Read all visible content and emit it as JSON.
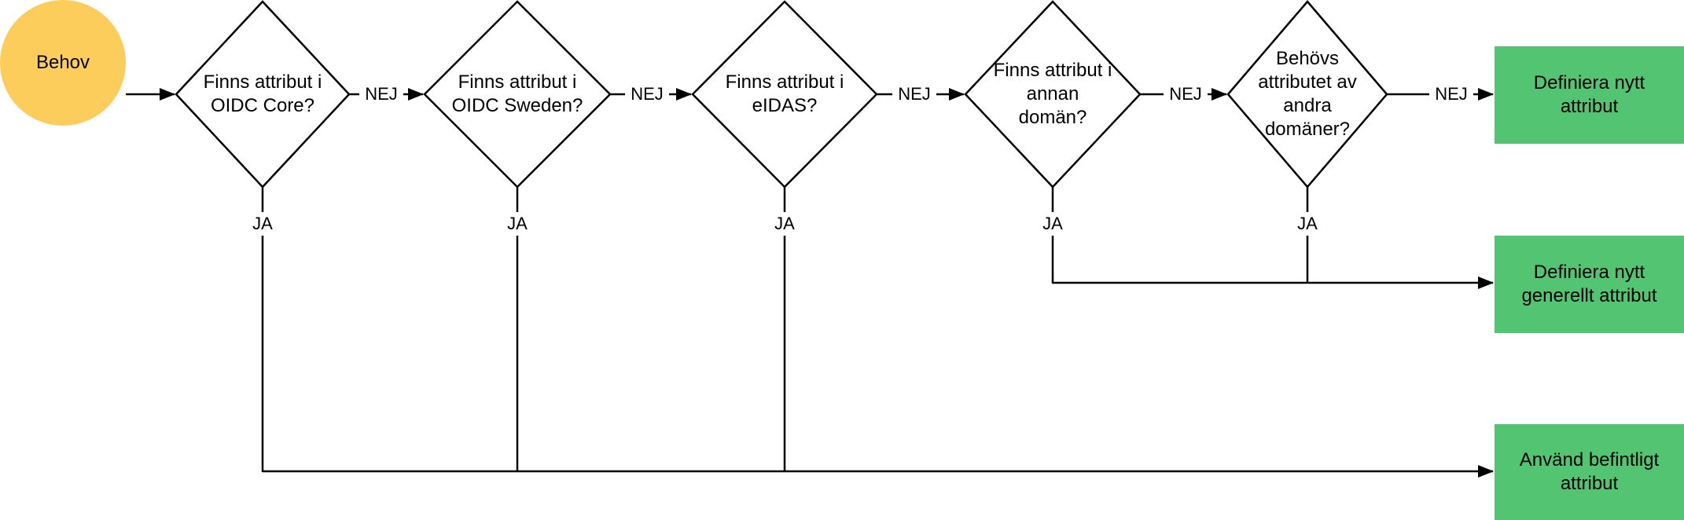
{
  "diagram": {
    "background": "#FFFFFF",
    "start": {
      "shape": "circle",
      "label": "Behov",
      "fill": "#FDCD5B"
    },
    "decisions": [
      {
        "label": "Finns attribut i\nOIDC Core?"
      },
      {
        "label": "Finns attribut i\nOIDC Sweden?"
      },
      {
        "label": "Finns attribut i\neIDAS?"
      },
      {
        "label": "Finns attribut i\nannan\ndomän?"
      },
      {
        "label": "Behövs\nattributet av\nandra\ndomäner?"
      }
    ],
    "outcomes": [
      {
        "label": "Definiera nytt\nattribut",
        "fill": "#52C472"
      },
      {
        "label": "Definiera nytt\ngenerellt attribut",
        "fill": "#52C472"
      },
      {
        "label": "Använd befintligt\nattribut",
        "fill": "#52C472"
      }
    ],
    "edge_labels": {
      "no": "NEJ",
      "yes": "JA"
    },
    "stroke_color": "#000000"
  }
}
